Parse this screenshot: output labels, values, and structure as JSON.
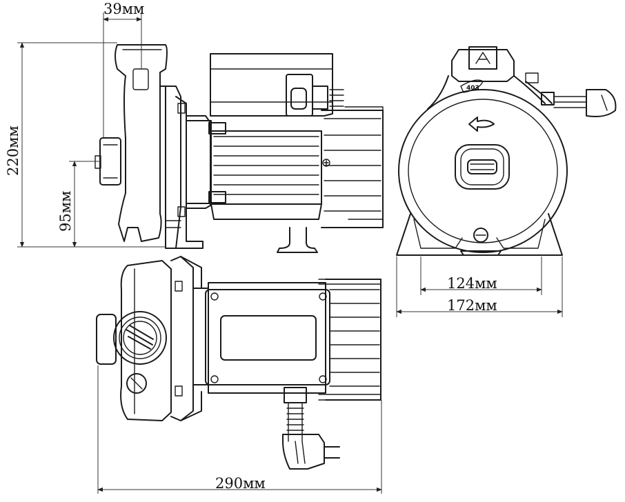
{
  "dimensions": {
    "top_width": "39мм",
    "total_height": "220мм",
    "axis_height": "95мм",
    "foot_inner": "124мм",
    "foot_outer": "172мм",
    "total_length": "290мм"
  },
  "labels": {
    "badge": "403"
  },
  "colors": {
    "line": "#1a1a1a",
    "background": "#ffffff"
  },
  "icons": {
    "rotation_arrow": "rotation-arrow-icon",
    "plug": "plug-icon"
  }
}
